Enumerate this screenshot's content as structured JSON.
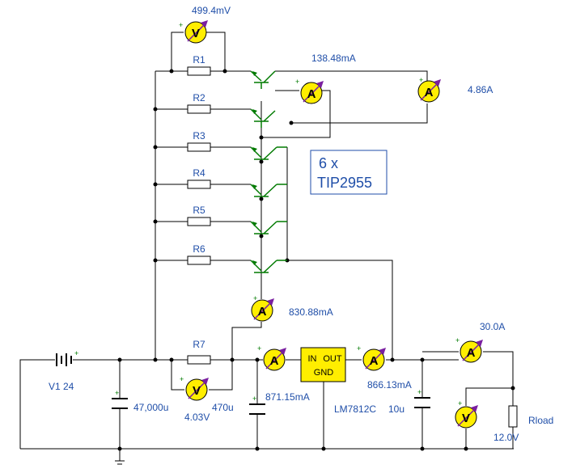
{
  "readings": {
    "vm_top": "499.4mV",
    "am_138": "138.48mA",
    "am_486": "4.86A",
    "am_830": "830.88mA",
    "am_871": "871.15mA",
    "am_866": "866.13mA",
    "am_30": "30.0A",
    "vm_403": "4.03V",
    "vm_12": "12.0V"
  },
  "components": {
    "r1": "R1",
    "r2": "R2",
    "r3": "R3",
    "r4": "R4",
    "r5": "R5",
    "r6": "R6",
    "r7": "R7",
    "v1": "V1 24",
    "c1": "47,000u",
    "c2": "470u",
    "c3": "10u",
    "reg_name": "LM7812C",
    "reg_in": "IN",
    "reg_out": "OUT",
    "reg_gnd": "GND",
    "rload": "Rload",
    "transistor_count": "6 x",
    "transistor_part": "TIP2955"
  },
  "meter_symbols": {
    "voltmeter": "V",
    "ammeter": "A"
  },
  "polarity": "+"
}
